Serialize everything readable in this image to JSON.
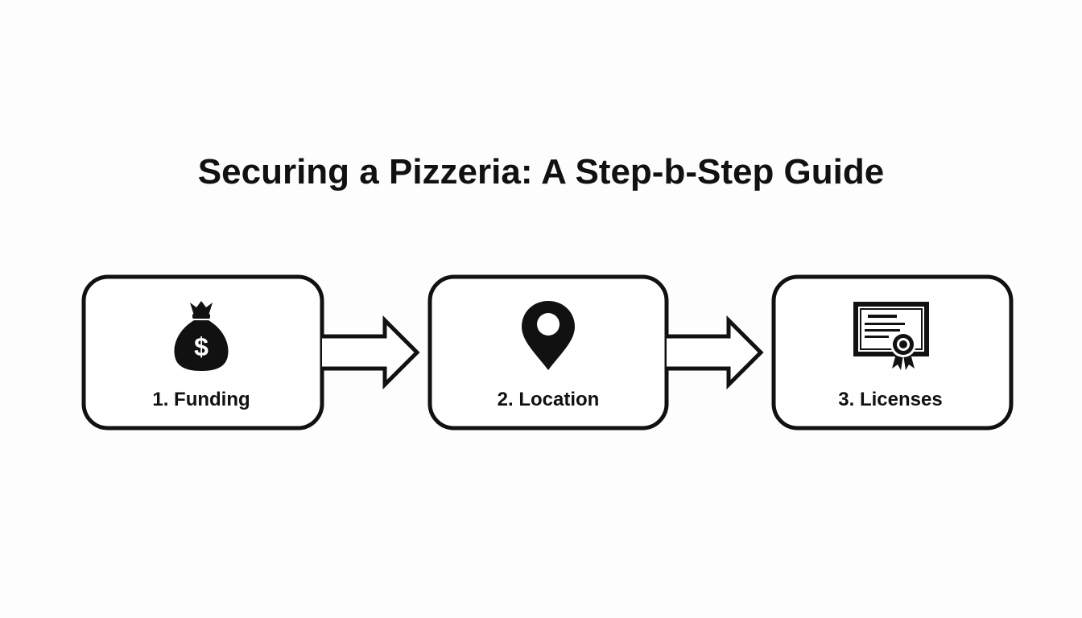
{
  "diagram": {
    "title": "Securing a Pizzeria: A Step-b-Step Guide",
    "steps": [
      {
        "label": "1. Funding",
        "icon": "money-bag-icon"
      },
      {
        "label": "2. Location",
        "icon": "map-pin-icon"
      },
      {
        "label": "3. Licenses",
        "icon": "certificate-icon"
      }
    ],
    "colors": {
      "stroke": "#111111",
      "background": "#fdfdfd"
    }
  }
}
